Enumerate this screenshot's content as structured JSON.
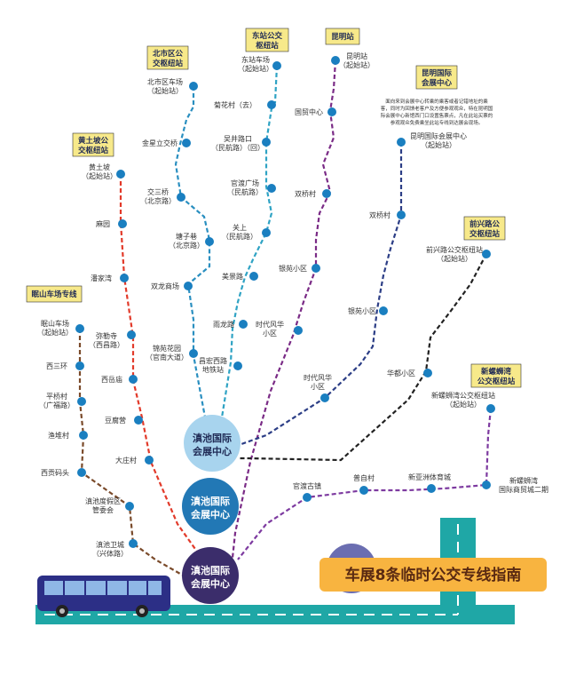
{
  "title": "车展8条临时公交专线指南",
  "headers": {
    "huangtupo": [
      "黄土坡公",
      "交枢纽站"
    ],
    "beishiqu": [
      "北市区公",
      "交枢纽站"
    ],
    "dongzhan": [
      "东站公交",
      "枢纽站"
    ],
    "kunming": [
      "昆明站"
    ],
    "expo": [
      "昆明国际",
      "会展中心"
    ],
    "qianxing": [
      "前兴路公",
      "交枢纽站"
    ],
    "xinluoshi": [
      "新螺蛳湾",
      "公交枢纽站"
    ],
    "yanshan": [
      "眠山车场专线"
    ]
  },
  "note": [
    "面向来到会展中心转乘的乘客或者记错地址的乘",
    "客，同时为回馈老客户及方便参观观众，特在昆明国",
    "际会展中心新馆西门口设置售票点，凡在此站买票的",
    "参观观众免费乘坐此站专线到达展会现场。"
  ],
  "hubs": {
    "top": [
      "滇池国际",
      "会展中心"
    ],
    "mid": [
      "滇池国际",
      "会展中心"
    ],
    "bottom": [
      "滇池国际",
      "会展中心"
    ]
  },
  "stations": {
    "dongzhan_start": [
      "东站车场",
      "（起始站）"
    ],
    "juhuacun": [
      "菊花村（去）"
    ],
    "wujinglukou": [
      "吴井路口",
      "（民航路）（回）"
    ],
    "guandu_gc": [
      "官渡广场",
      "（民航路）"
    ],
    "guanshang": [
      "关上",
      "（民航路）"
    ],
    "meijinglu": [
      "美景路"
    ],
    "yulonglu": [
      "雨龙路"
    ],
    "changhongxilu": [
      "昌宏西路",
      "地铁站"
    ],
    "beishi_start": [
      "北市区车场",
      "（起始站）"
    ],
    "jinxing": [
      "金星立交桥"
    ],
    "jiaosanqiao": [
      "交三桥",
      "（北京路）"
    ],
    "tangzixiang": [
      "塘子巷",
      "（北京路）"
    ],
    "shuanglong": [
      "双龙商场"
    ],
    "jinxiuhuayuan": [
      "锦苑花园",
      "（官南大道）"
    ],
    "ht_start": [
      "黄土坡",
      "（起始站）"
    ],
    "mayuan": [
      "麻园"
    ],
    "panjiawan": [
      "潘家湾"
    ],
    "mileis": [
      "弥勒寺",
      "（西昌路）"
    ],
    "xiyueniao": [
      "西岳庙"
    ],
    "doufuying": [
      "豆腐营"
    ],
    "dazhuangcun": [
      "大庄村"
    ],
    "km_start": [
      "昆明站",
      "（起始站）"
    ],
    "guomaozx": [
      "国贸中心"
    ],
    "shuangqiaocun": [
      "双桥村"
    ],
    "yinyuan": [
      "银苑小区"
    ],
    "shidai1": [
      "时代风华",
      "小区"
    ],
    "expo_start": [
      "昆明国际会展中心",
      "（起始站）"
    ],
    "shuangqiao2": [
      "双桥村"
    ],
    "yinyuan2": [
      "银苑小区"
    ],
    "huadu": [
      "华都小区"
    ],
    "shidai2": [
      "时代风华",
      "小区"
    ],
    "qx_start": [
      "前兴路公交枢纽站",
      "（起始站）"
    ],
    "ys_start": [
      "眠山车场",
      "（起始站）"
    ],
    "xisanhuan": [
      "西三环"
    ],
    "pingqiaocun": [
      "平桥村",
      "（广福路）"
    ],
    "yudiancun": [
      "渔堆村"
    ],
    "xigongmatou": [
      "西贡码头"
    ],
    "dujiaqu": [
      "滇池度假区",
      "管委会"
    ],
    "weicheng": [
      "滇池卫城",
      "（兴体路）"
    ],
    "guandugz": [
      "官渡古镇"
    ],
    "puzicun": [
      "普自村"
    ],
    "xinyazhou": [
      "新亚洲体育城"
    ],
    "xls_start": [
      "新螺蛳湾公交枢纽站",
      "（起始站）"
    ],
    "xls_end": [
      "新螺蛳湾",
      "国际商贸城二期"
    ]
  },
  "colors": {
    "dongzhan": "#2fa3c4",
    "beishi": "#2a8fc0",
    "huangtupo": "#e23a2a",
    "kunming": "#7a2b86",
    "expo": "#2c3e86",
    "qianxing": "#222222",
    "xinluoshi": "#7d3aa0",
    "yanshan": "#7a4a2a",
    "hub_top": "#a8d4ee",
    "hub_mid": "#2278b5",
    "hub_bottom": "#3b2d6b",
    "station": "#1a7fc0",
    "road": "#1fa7a6",
    "title_bg": "#f8b440",
    "header_bg": "#f7e98a",
    "bus": "#2c2f86"
  },
  "icons": {
    "bus": "bus-icon"
  }
}
